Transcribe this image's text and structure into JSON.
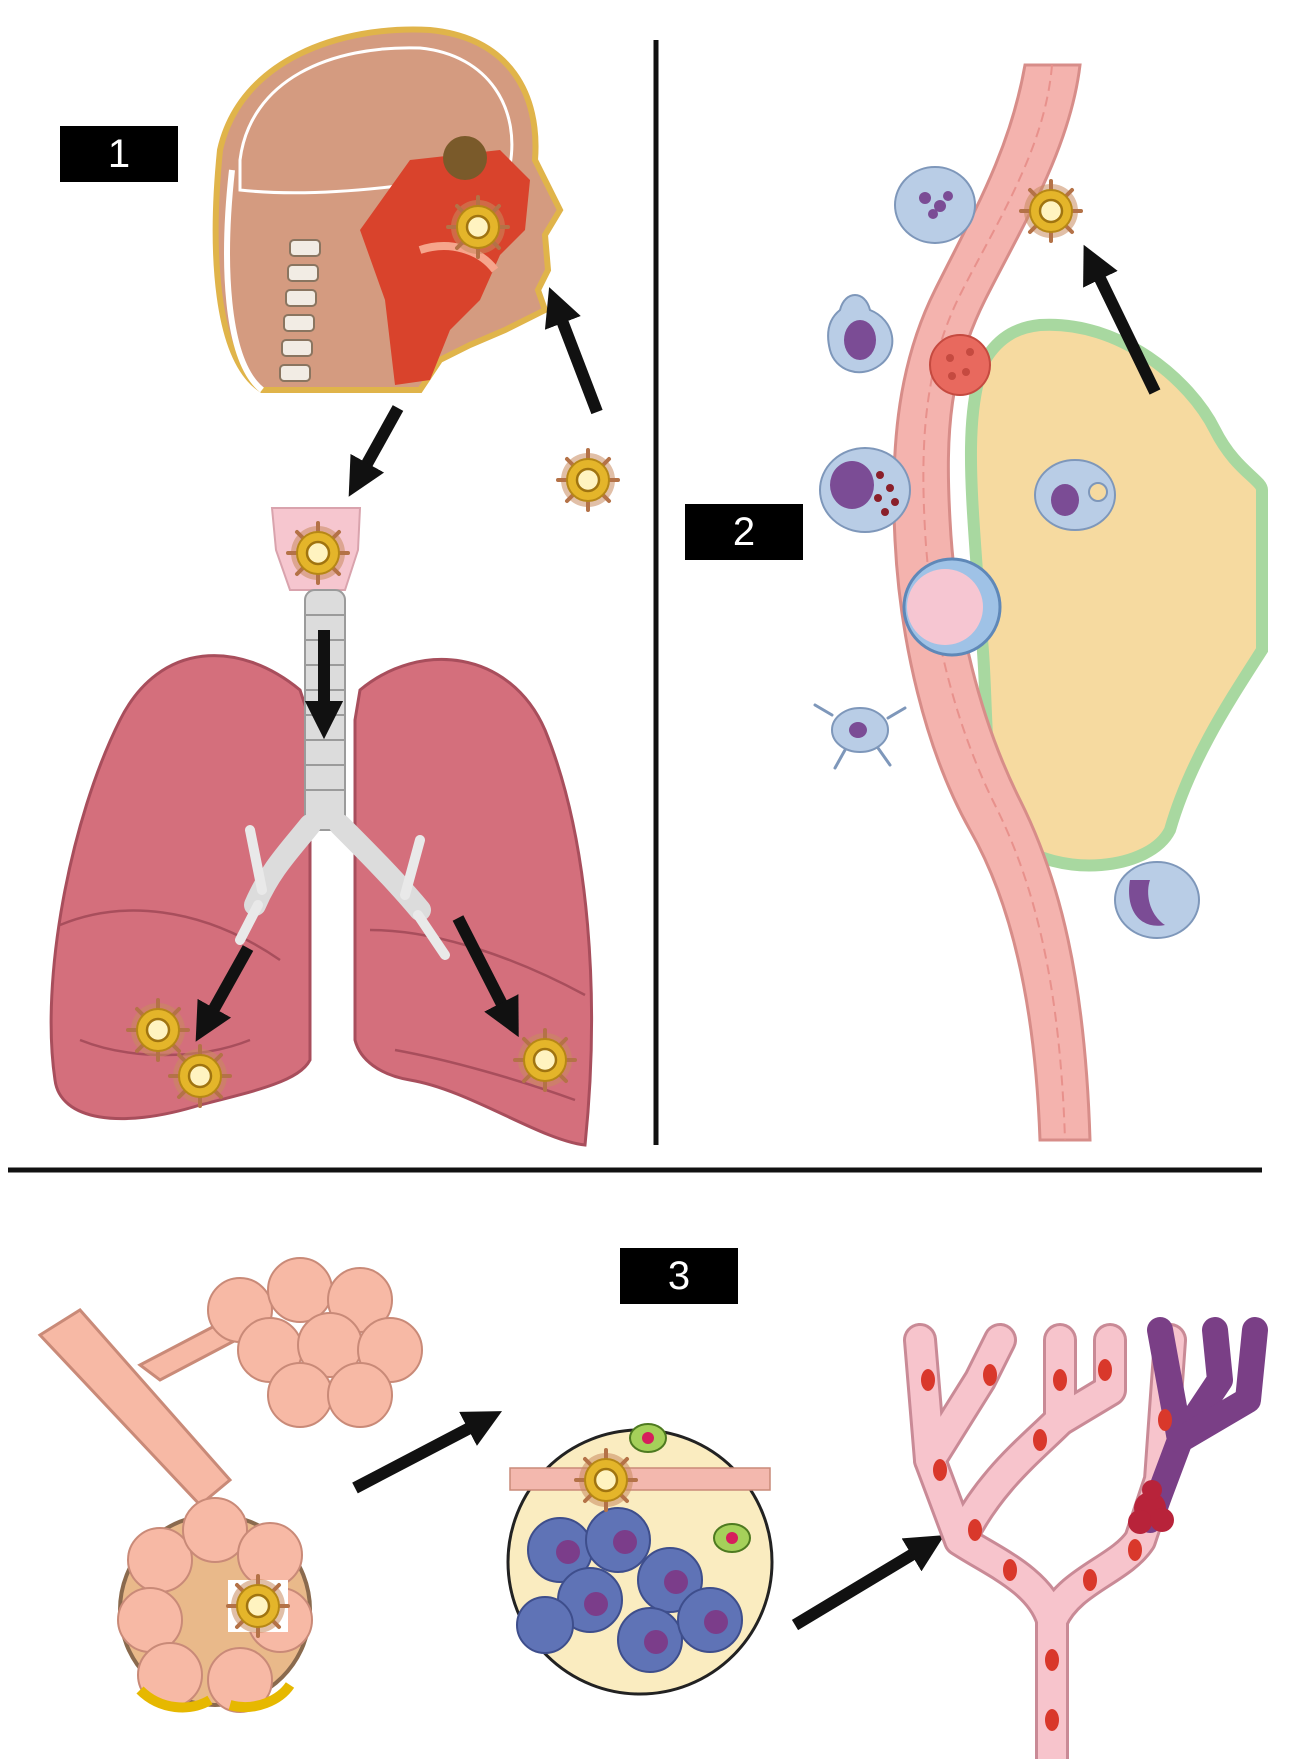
{
  "panels": [
    {
      "label": "1"
    },
    {
      "label": "2"
    },
    {
      "label": "3"
    }
  ],
  "colors": {
    "lung": "#d46f7c",
    "lung_dark": "#a84e5c",
    "vessel": "#f4b3ae",
    "alveolus": "#f7b9a5",
    "virus_core": "#e4b52a",
    "arrow": "#111111",
    "divider": "#111111",
    "nasal": "#d9432c",
    "skin": "#d49b80",
    "tissue_yellow": "#f6daa0",
    "epithelium_green": "#a8d8a0",
    "immune_blue": "#b9cde6",
    "nucleus_purple": "#7b4c95",
    "capillary_pink": "#f7c4cc",
    "rbc_red": "#d9382b",
    "purple_vessel": "#7a3f86",
    "tumor_blue": "#5f73b6",
    "fluid_cream": "#faecc0"
  },
  "icons": [
    "virus-particle-icon",
    "black-arrow-icon",
    "immune-cell-icon",
    "red-blood-cell-icon"
  ]
}
